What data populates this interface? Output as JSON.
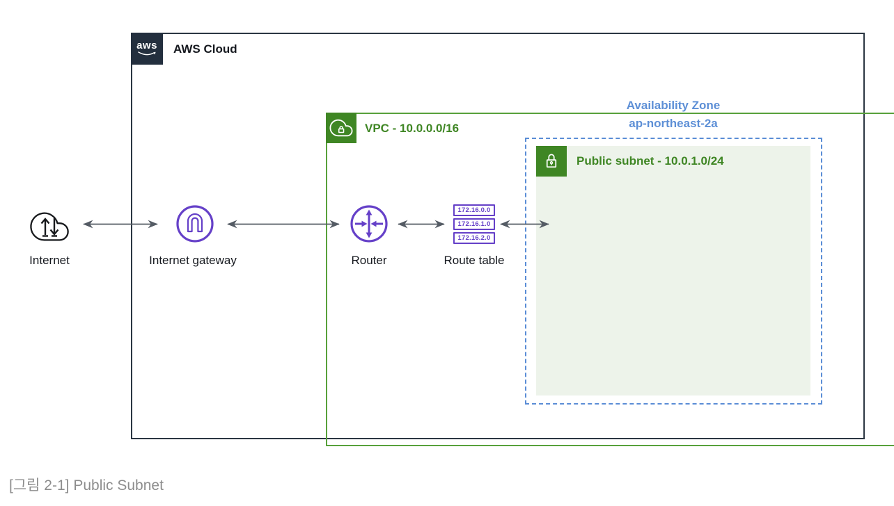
{
  "diagram": {
    "aws_cloud": {
      "logo_text": "aws",
      "label": "AWS Cloud"
    },
    "vpc": {
      "label": "VPC - 10.0.0.0/16"
    },
    "availability_zone": {
      "line1": "Availability Zone",
      "line2": "ap-northeast-2a"
    },
    "public_subnet": {
      "label": "Public subnet - 10.0.1.0/24"
    },
    "nodes": {
      "internet": {
        "label": "Internet"
      },
      "internet_gateway": {
        "label": "Internet gateway"
      },
      "router": {
        "label": "Router"
      },
      "route_table": {
        "label": "Route table",
        "entries": [
          "172.16.0.0",
          "172.16.1.0",
          "172.16.2.0"
        ]
      }
    },
    "colors": {
      "aws_dark": "#232F3E",
      "green_icon": "#3F8624",
      "green_border": "#58A13B",
      "subnet_fill": "#EDF3EA",
      "blue_text": "#5D8FD6",
      "blue_dashed": "#5A8DD6",
      "purple": "#6540C8",
      "arrow_gray": "#545B64",
      "label_black": "#16191F",
      "caption_gray": "#8D8D8D"
    }
  },
  "caption": "[그림 2-1] Public Subnet"
}
